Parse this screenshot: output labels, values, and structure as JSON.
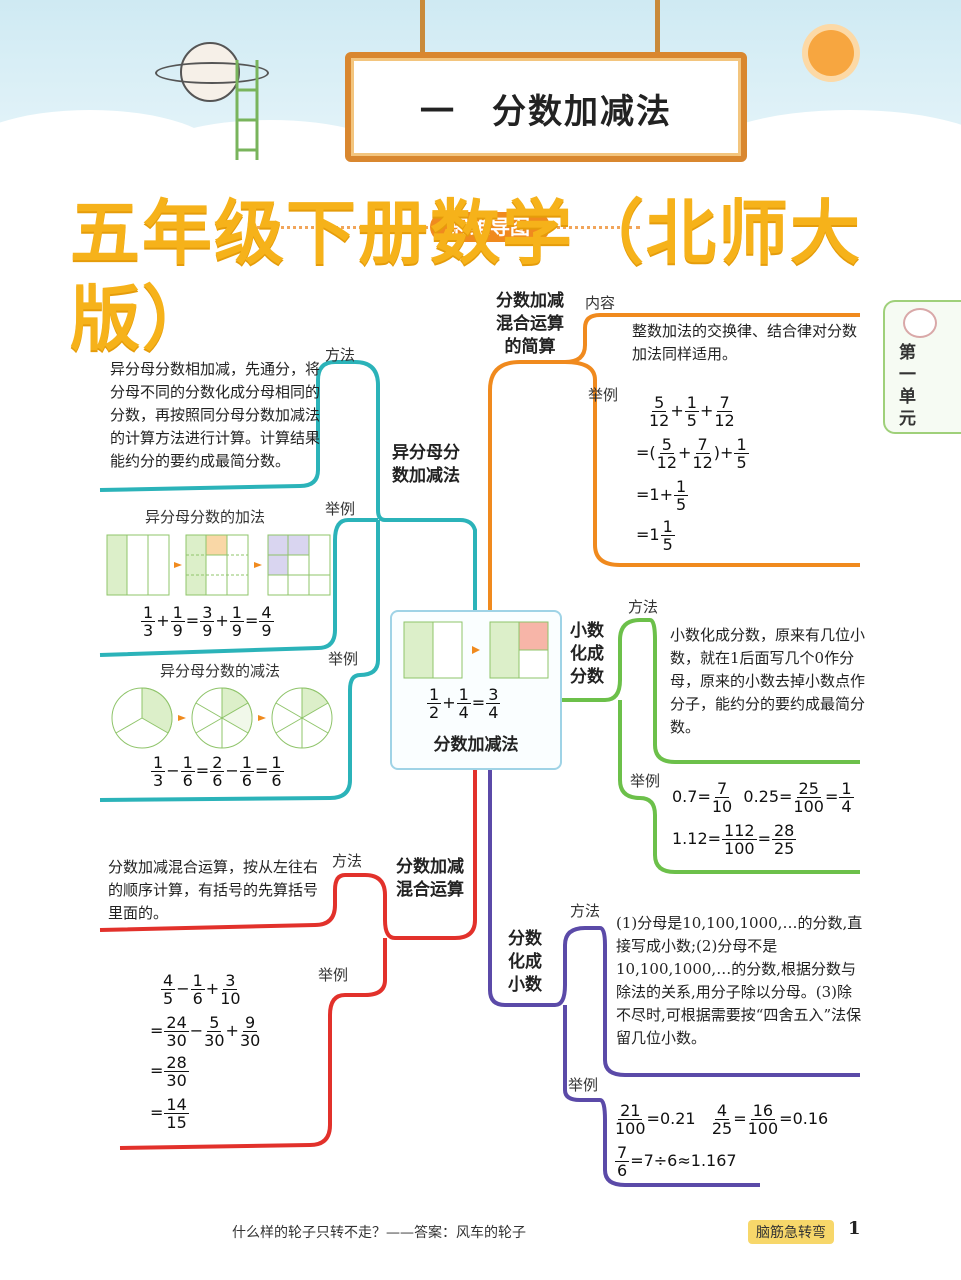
{
  "header": {
    "unit_title": "一　分数加减法",
    "overlay_title": "五年级下册数学（北师大版）",
    "guide_text": "思维导图"
  },
  "side_tab": {
    "label": "第一单元"
  },
  "colors": {
    "teal": "#2bb3b9",
    "orange": "#f08a1e",
    "green": "#6cc04a",
    "purple": "#5b4aa8",
    "red": "#e2312b",
    "title_yellow": "#f6b21a"
  },
  "center": {
    "title": "分数加减法",
    "formula": {
      "a": [
        "1",
        "2"
      ],
      "b": [
        "1",
        "4"
      ],
      "c": [
        "3",
        "4"
      ]
    }
  },
  "branch_yifenmu": {
    "label": "异分母分数加减法",
    "method_tag": "方法",
    "method_text": "异分母分数相加减，先通分，将分母不同的分数化成分母相同的分数，再按照同分母分数加减法的计算方法进行计算。计算结果能约分的要约成最简分数。",
    "example_tag": "举例",
    "add_title": "异分母分数的加法",
    "add_formula": [
      [
        "1",
        "3"
      ],
      [
        "1",
        "9"
      ],
      [
        "3",
        "9"
      ],
      [
        "1",
        "9"
      ],
      [
        "4",
        "9"
      ]
    ],
    "example_tag2": "举例",
    "sub_title": "异分母分数的减法",
    "sub_formula": [
      [
        "1",
        "3"
      ],
      [
        "1",
        "6"
      ],
      [
        "2",
        "6"
      ],
      [
        "1",
        "6"
      ],
      [
        "1",
        "6"
      ]
    ]
  },
  "branch_hunhe_jiansuan": {
    "label": "分数加减混合运算的简算",
    "content_tag": "内容",
    "content_text": "整数加法的交换律、结合律对分数加法同样适用。",
    "example_tag": "举例",
    "steps": [
      {
        "prefix": "",
        "fracs": [
          [
            "5",
            "12"
          ],
          [
            "1",
            "5"
          ],
          [
            "7",
            "12"
          ]
        ]
      },
      {
        "prefix": "=",
        "fracs": [
          [
            "5",
            "12"
          ],
          [
            "7",
            "12"
          ],
          [
            "1",
            "5"
          ]
        ]
      },
      {
        "prefix": "=1+",
        "fracs": [
          [
            "1",
            "5"
          ]
        ]
      },
      {
        "prefix": "=1",
        "fracs": [
          [
            "1",
            "5"
          ]
        ]
      }
    ]
  },
  "branch_xiaoshu_fenshu": {
    "label": "小数化成分数",
    "method_tag": "方法",
    "method_text": "小数化成分数，原来有几位小数，就在1后面写几个0作分母，原来的小数去掉小数点作分子，能约分的要约成最简分数。",
    "example_tag": "举例",
    "ex1_a": "0.7=",
    "ex1_a_frac": [
      "7",
      "10"
    ],
    "ex1_b": "0.25=",
    "ex1_b_frac1": [
      "25",
      "100"
    ],
    "ex1_b_frac2": [
      "1",
      "4"
    ],
    "ex2": "1.12=",
    "ex2_frac1": [
      "112",
      "100"
    ],
    "ex2_frac2": [
      "28",
      "25"
    ]
  },
  "branch_hunhe_yunsuan": {
    "label": "分数加减混合运算",
    "method_tag": "方法",
    "method_text": "分数加减混合运算，按从左往右的顺序计算，有括号的先算括号里面的。",
    "example_tag": "举例",
    "line1": [
      [
        "4",
        "5"
      ],
      [
        "1",
        "6"
      ],
      [
        "3",
        "10"
      ]
    ],
    "line2": [
      [
        "24",
        "30"
      ],
      [
        "5",
        "30"
      ],
      [
        "9",
        "30"
      ]
    ],
    "line3": [
      "28",
      "30"
    ],
    "line4": [
      "14",
      "15"
    ]
  },
  "branch_fenshu_xiaoshu": {
    "label": "分数化成小数",
    "method_tag": "方法",
    "method_text": "(1)分母是10,100,1000,…的分数,直接写成小数;(2)分母不是10,100,1000,…的分数,根据分数与除法的关系,用分子除以分母。(3)除不尽时,可根据需要按“四舍五入”法保留几位小数。",
    "example_tag": "举例",
    "ex1_frac": [
      "21",
      "100"
    ],
    "ex1_res": "=0.21",
    "ex2_frac1": [
      "4",
      "25"
    ],
    "ex2_frac2": [
      "16",
      "100"
    ],
    "ex2_res": "=0.16",
    "ex3_frac": [
      "7",
      "6"
    ],
    "ex3_res": "=7÷6≈1.167"
  },
  "footer": {
    "riddle": "什么样的轮子只转不走？——答案：风车的轮子",
    "badge": "脑筋急转弯",
    "page": "1"
  }
}
